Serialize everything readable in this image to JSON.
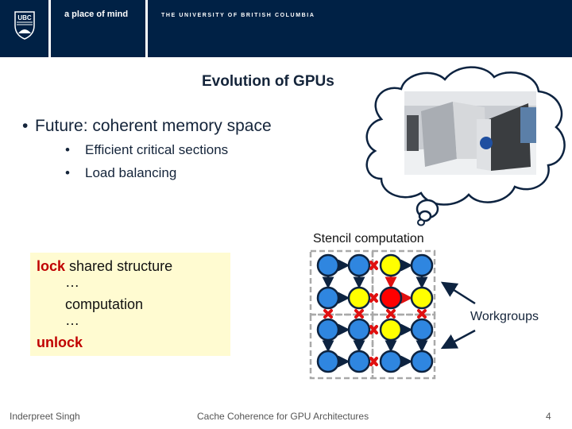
{
  "header": {
    "logo_text": "UBC",
    "tagline": "a place of mind",
    "university": "THE UNIVERSITY OF BRITISH COLUMBIA",
    "background_color": "#002145"
  },
  "slide": {
    "title": "Evolution of GPUs",
    "bullets": [
      {
        "text": "Future: coherent memory space",
        "sub": [
          "Efficient critical sections",
          "Load balancing"
        ]
      }
    ],
    "thought_bubble": {
      "image_description": "NASA supercomputer room photo",
      "icon": "supercomputer-photo"
    },
    "stencil_label": "Stencil computation",
    "code_box": {
      "lines": [
        {
          "keyword": "lock",
          "rest": " shared structure"
        },
        {
          "keyword": "",
          "rest": "…"
        },
        {
          "keyword": "",
          "rest": "computation"
        },
        {
          "keyword": "",
          "rest": "…"
        },
        {
          "keyword": "unlock",
          "rest": ""
        }
      ],
      "background_color": "#fffbd1",
      "keyword_color": "#c00000"
    },
    "workgroups_label": "Workgroups",
    "grid": {
      "rows": [
        [
          "blue",
          "blue",
          "yellow",
          "blue"
        ],
        [
          "blue",
          "yellow",
          "red",
          "yellow"
        ],
        [
          "blue",
          "blue",
          "yellow",
          "blue"
        ],
        [
          "blue",
          "blue",
          "blue",
          "blue"
        ]
      ],
      "colors": {
        "blue": "#2f86e0",
        "yellow": "#ffff00",
        "red": "#ff0000"
      }
    }
  },
  "footer": {
    "author": "Inderpreet Singh",
    "talk_title": "Cache Coherence for GPU Architectures",
    "page_number": "4"
  }
}
